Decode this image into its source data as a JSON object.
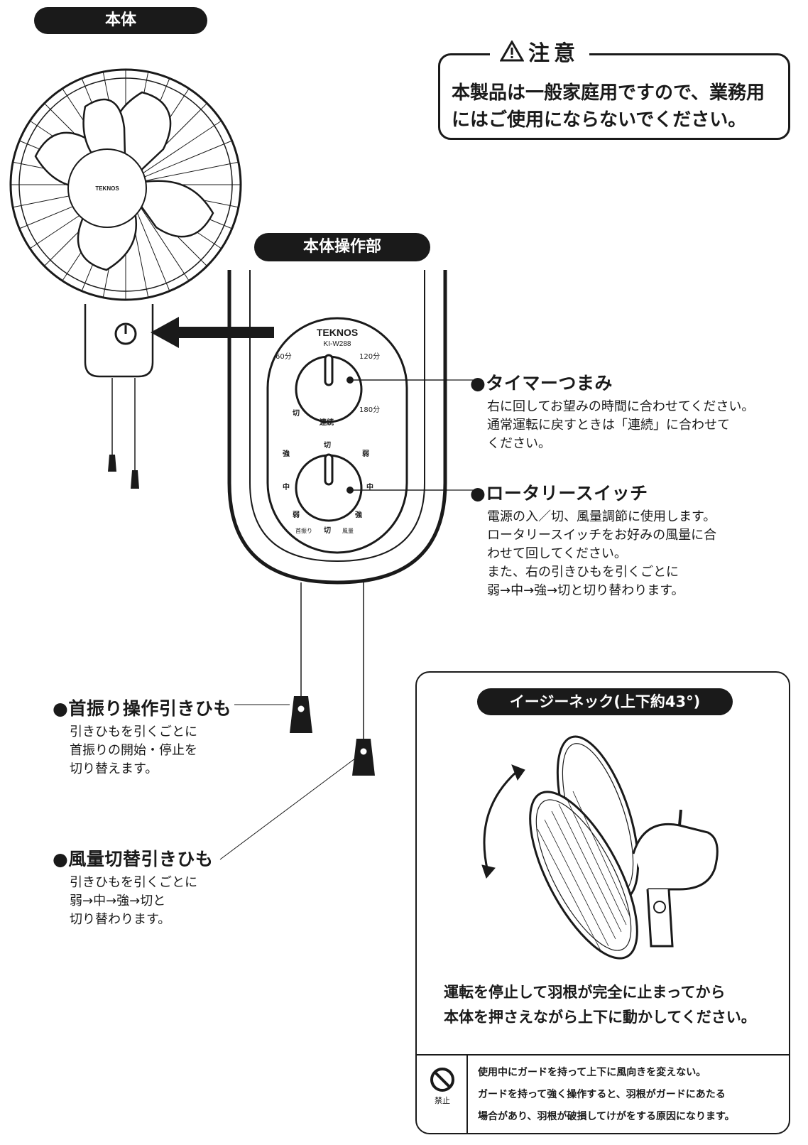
{
  "section_main": "本体",
  "section_panel": "本体操作部",
  "caution": {
    "icon": "warning-triangle-icon",
    "title": "注意",
    "text": [
      "本製品は一般家庭用ですので、業務用",
      "にはご使用にならないでください。"
    ]
  },
  "fan": {
    "brand": "TEKNOS"
  },
  "panel": {
    "brand": "TEKNOS",
    "model": "KI-W288",
    "timer_labels": {
      "t60": "60分",
      "t120": "120分",
      "t180": "180分",
      "off": "切",
      "cont": "連続"
    },
    "switch_labels": {
      "off_top": "切",
      "strong_left": "強",
      "weak_right": "弱",
      "mid_left": "中",
      "mid_right": "中",
      "weak_left": "弱",
      "strong_right": "強",
      "off_bottom": "切",
      "swing": "首振り",
      "volume": "風量"
    }
  },
  "timer_knob": {
    "title": "●タイマーつまみ",
    "text": [
      "右に回してお望みの時間に合わせてください。",
      "通常運転に戻すときは「連続」に合わせて",
      "ください。"
    ]
  },
  "rotary_switch": {
    "title": "●ロータリースイッチ",
    "text": [
      "電源の入／切、風量調節に使用します。",
      "ロータリースイッチをお好みの風量に合",
      "わせて回してください。",
      "また、右の引きひもを引くごとに",
      "弱→中→強→切と切り替わります。"
    ]
  },
  "swing_cord": {
    "title": "●首振り操作引きひも",
    "text": [
      "引きひもを引くごとに",
      "首振りの開始・停止を",
      "切り替えます。"
    ]
  },
  "volume_cord": {
    "title": "●風量切替引きひも",
    "text": [
      "引きひもを引くごとに",
      "弱→中→強→切と",
      "切り替わります。"
    ]
  },
  "easy_neck": {
    "title": "イージーネック(上下約43°)",
    "main_text": [
      "運転を停止して羽根が完全に止まってから",
      "本体を押さえながら上下に動かしてください。"
    ],
    "warning_text": [
      "使用中にガードを持って上下に風向きを変えない。",
      "ガードを持って強く操作すると、羽根がガードにあたる",
      "場合があり、羽根が破損してけがをする原因になります。"
    ],
    "prohibit_label": "禁止",
    "prohibit_icon": "prohibition-icon"
  }
}
